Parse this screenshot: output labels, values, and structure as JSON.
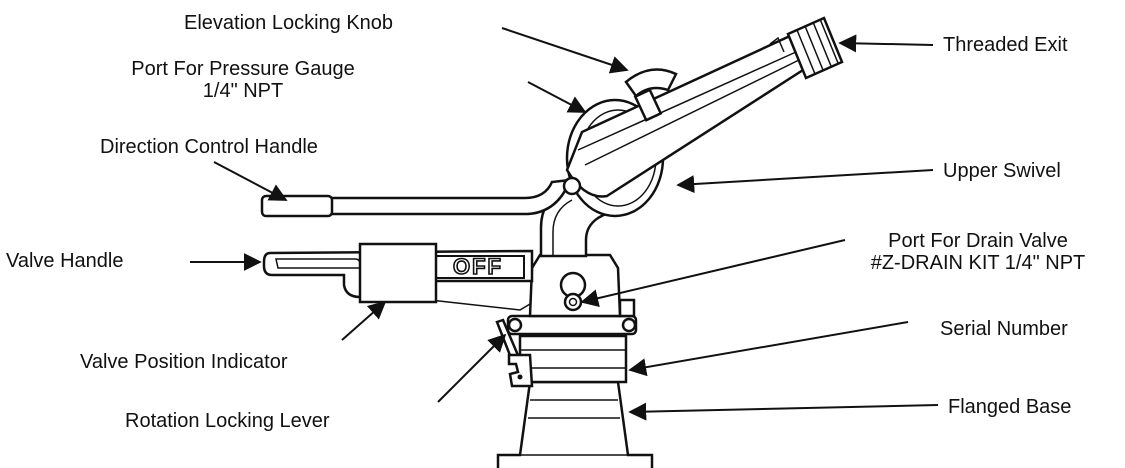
{
  "diagram": {
    "labels": {
      "elevation_knob": "Elevation Locking Knob",
      "pressure_port_line1": "Port For Pressure Gauge",
      "pressure_port_line2": "1/4\" NPT",
      "direction_handle": "Direction Control Handle",
      "valve_handle": "Valve Handle",
      "valve_indicator": "Valve Position Indicator",
      "rotation_lever": "Rotation Locking Lever",
      "threaded_exit": "Threaded Exit",
      "upper_swivel": "Upper Swivel",
      "drain_port_line1": "Port For Drain Valve",
      "drain_port_line2": "#Z-DRAIN KIT 1/4\" NPT",
      "serial_number": "Serial Number",
      "flanged_base": "Flanged Base"
    },
    "valve_marking": "OFF"
  }
}
